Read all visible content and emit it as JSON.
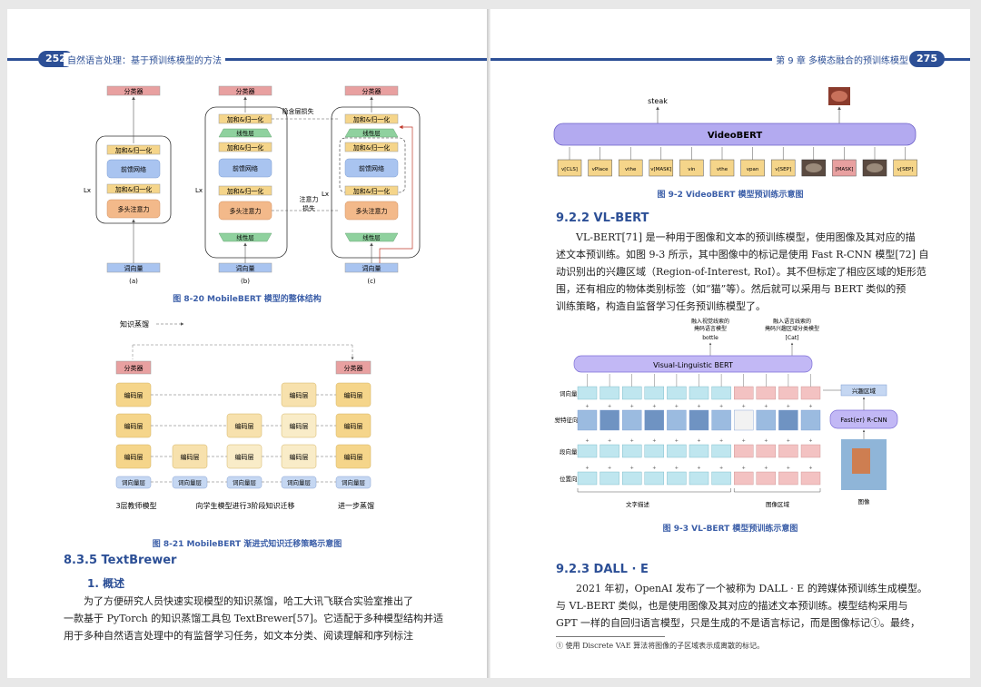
{
  "left": {
    "page_number": "252",
    "header_title": "自然语言处理：基于预训练模型的方法",
    "fig20": {
      "caption": "图 8-20   MobileBERT 模型的整体结构",
      "classifier": "分类器",
      "addnorm": "加和&归一化",
      "ffn": "前馈网络",
      "mha": "多头注意力",
      "linear": "线性层",
      "embed": "词向量",
      "lx": "Lx",
      "hidden_loss": "隐含层损失",
      "attn_loss": "注意力损失",
      "attn_loss_1": "注意力",
      "attn_loss_2": "损失",
      "sub_a": "(a)",
      "sub_b": "(b)",
      "sub_c": "(c)"
    },
    "fig21": {
      "caption": "图 8-21   MobileBERT 渐进式知识迁移策略示意图",
      "distill_label": "知识蒸馏",
      "classifier": "分类器",
      "encoder": "编码层",
      "embed_layer": "词向量层",
      "teacher": "3层教师模型",
      "student": "向学生模型进行3阶段知识迁移",
      "further": "进一步蒸馏"
    },
    "section_title": "8.3.5  TextBrewer",
    "subsection_title": "1. 概述",
    "paragraph_lines": [
      "为了方便研究人员快速实现模型的知识蒸馏，哈工大讯飞联合实验室推出了",
      "一款基于 PyTorch 的知识蒸馏工具包 TextBrewer[57]。它适配于多种模型结构并适",
      "用于多种自然语言处理中的有监督学习任务，如文本分类、阅读理解和序列标注"
    ]
  },
  "right": {
    "page_number": "275",
    "header_title": "第 9 章   多模态融合的预训练模型",
    "fig2": {
      "caption": "图 9-2   VideoBERT 模型预训练示意图",
      "model_name": "VideoBERT",
      "output_word": "steak",
      "tokens": [
        "v[CLS]",
        "vPlace",
        "vthe",
        "v[MASK]",
        "vin",
        "vthe",
        "vpan",
        "v[SEP]",
        "",
        "[MASK]",
        "",
        "v[SEP]"
      ]
    },
    "sec922_title": "9.2.2  VL-BERT",
    "sec922_lines": [
      "VL-BERT[71] 是一种用于图像和文本的预训练模型，使用图像及其对应的描",
      "述文本预训练。如图 9-3 所示，其中图像中的标记是使用 Fast R-CNN 模型[72] 自",
      "动识别出的兴趣区域（Region-of-Interest, RoI）。其不但标定了相应区域的矩形范",
      "围，还有相应的物体类别标签（如“猫”等）。然后就可以采用与 BERT 类似的预",
      "训练策略，构造自监督学习任务预训练模型了。"
    ],
    "fig3": {
      "caption": "图 9-3   VL-BERT 模型预训练示意图",
      "model_name": "Visual-Linguistic BERT",
      "top1_line1": "融入视觉线索的",
      "top1_line2": "掩码语言模型",
      "top1_word": "bottle",
      "top2_line1": "融入语言线索的",
      "top2_line2": "掩码兴趣区域分类模型",
      "top2_word": "[Cat]",
      "row_labels": [
        "词向量",
        "视觉特征向量",
        "段向量",
        "位置向量"
      ],
      "roi_label": "兴趣区域",
      "rcnn": "Fast(er) R-CNN",
      "text_desc": "文字描述",
      "img_region": "图像区域",
      "image_label": "图像"
    },
    "sec923_title": "9.2.3  DALL · E",
    "sec923_lines": [
      "2021 年初，OpenAI 发布了一个被称为 DALL · E 的跨媒体预训练生成模型。",
      "与 VL-BERT 类似，也是使用图像及其对应的描述文本预训练。模型结构采用与",
      "GPT 一样的自回归语言模型，只是生成的不是语言标记，而是图像标记①。最终，"
    ],
    "footnote": "① 使用 Discrete VAE 算法将图像的子区域表示成离散的标记。"
  }
}
